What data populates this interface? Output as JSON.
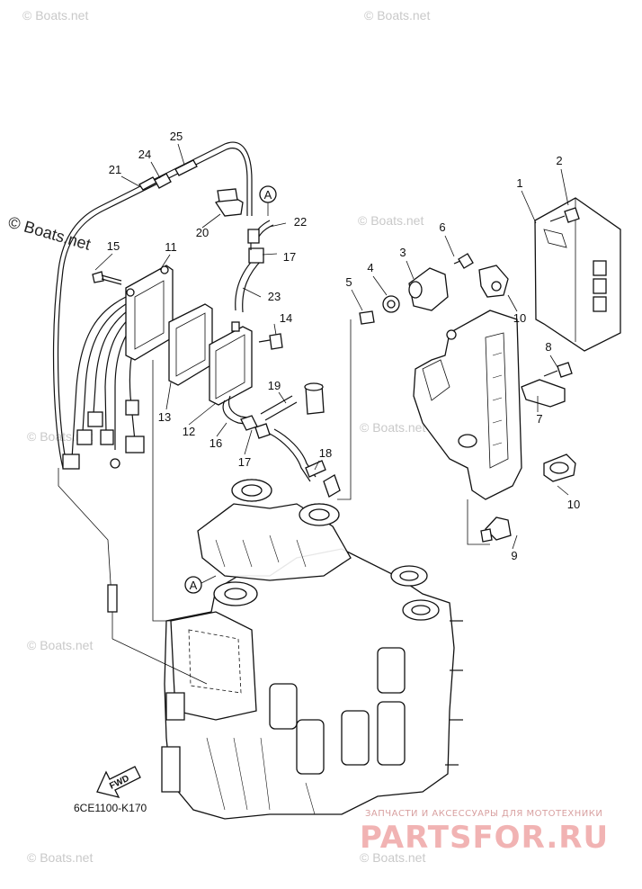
{
  "watermarks": {
    "text": "© Boats.net",
    "left_big": "© Boats.net"
  },
  "callouts": {
    "c1": "1",
    "c2": "2",
    "c3": "3",
    "c4": "4",
    "c5": "5",
    "c6": "6",
    "c7": "7",
    "c8": "8",
    "c9": "9",
    "c10a": "10",
    "c10b": "10",
    "c11": "11",
    "c12": "12",
    "c13": "13",
    "c14": "14",
    "c15": "15",
    "c16": "16",
    "c17a": "17",
    "c17b": "17",
    "c18": "18",
    "c19": "19",
    "c20": "20",
    "c21": "21",
    "c22": "22",
    "c23": "23",
    "c24": "24",
    "c25": "25",
    "markA1": "A",
    "markA2": "A"
  },
  "diagram_ref": "6CE1100-K170",
  "fwd_label": "FWD",
  "ad": {
    "tagline": "ЗАПЧАСТИ И АКСЕССУАРЫ ДЛЯ МОТОТЕХНИКИ",
    "logo": "PARTSFOR.RU"
  }
}
